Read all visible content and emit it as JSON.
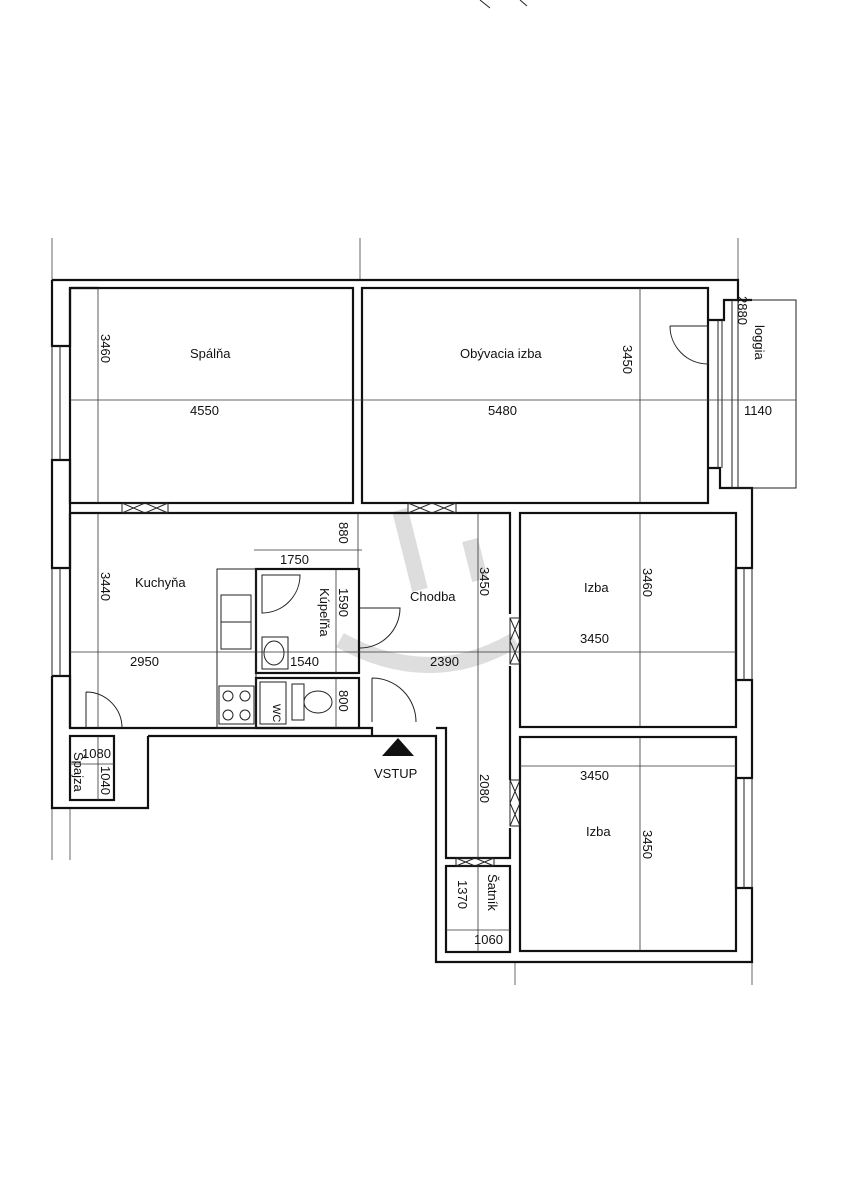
{
  "rooms": {
    "spalna": "Spálňa",
    "obyvacia": "Obývacia izba",
    "loggia": "loggia",
    "kuchyna": "Kuchyňa",
    "kupelna": "Kúpeľňa",
    "chodba": "Chodba",
    "izba1": "Izba",
    "izba2": "Izba",
    "spajza": "Špajza",
    "satnik": "Šatník",
    "wc": "WC"
  },
  "entrance": {
    "label": "VSTUP",
    "icon": "arrow-up-icon"
  },
  "dimensions": {
    "spalna_h": "3460",
    "spalna_w": "4550",
    "obyvacia_h": "3450",
    "obyvacia_w": "5480",
    "loggia_h": "2880",
    "loggia_w": "1140",
    "kuchyna_h": "3440",
    "kuchyna_w": "2950",
    "kupelna_w": "1750",
    "kupelna_h": "1590",
    "kupelna_inner_w": "1540",
    "chodba_top": "880",
    "chodba_h": "3450",
    "chodba_w": "2390",
    "wc_h": "800",
    "izba1_h": "3460",
    "izba1_w": "3450",
    "izba2_w": "3450",
    "izba2_h": "3450",
    "vstup_corr": "2080",
    "spajza_w": "1080",
    "spajza_h": "1040",
    "satnik_h": "1370",
    "satnik_w": "1060"
  }
}
